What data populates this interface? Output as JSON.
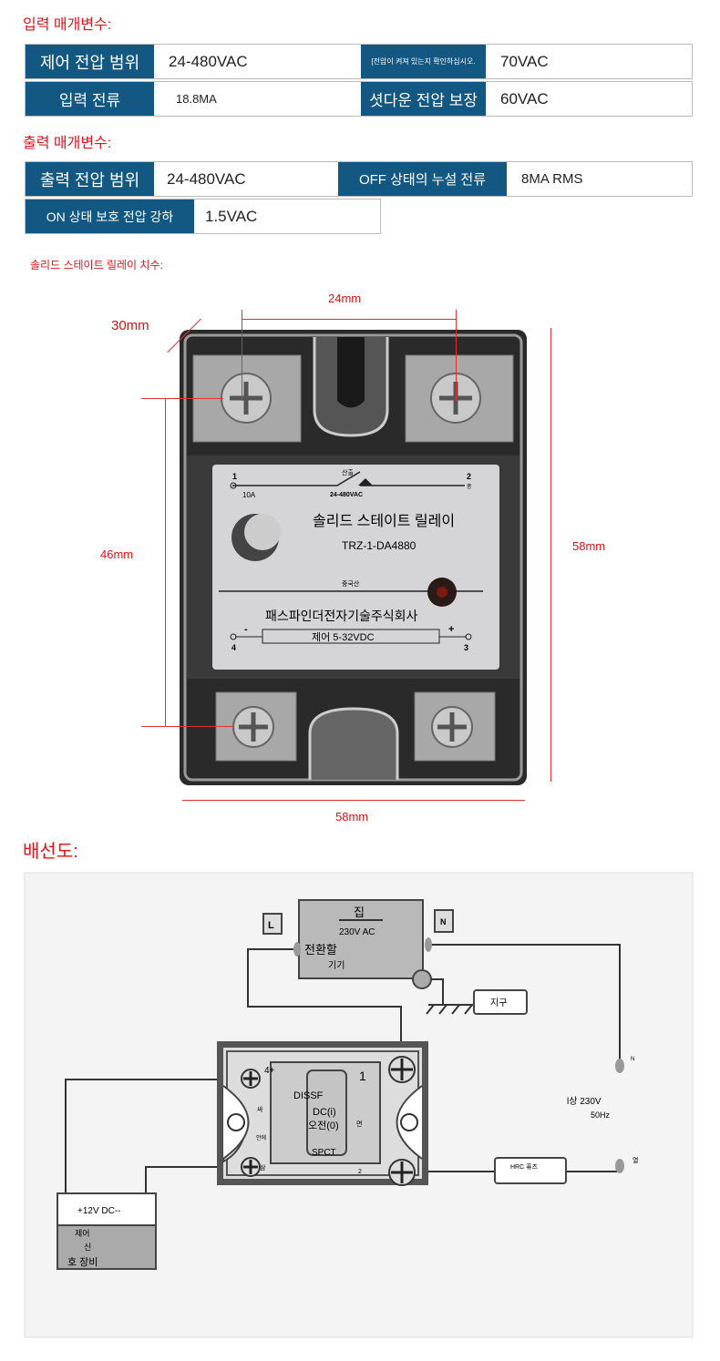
{
  "input_section": {
    "title": "입력 매개변수:",
    "rows": [
      [
        {
          "label": "제어 전압 범위",
          "value": "24-480VAC"
        },
        {
          "label": "[전압이 켜져 있는지 확인하십시오.",
          "value": "70VAC"
        }
      ],
      [
        {
          "label": "입력 전류",
          "value": "18.8MA"
        },
        {
          "label": "셧다운 전압 보장",
          "value": "60VAC"
        }
      ]
    ]
  },
  "output_section": {
    "title": "출력 매개변수:",
    "rows": [
      [
        {
          "label": "출력 전압 범위",
          "value": "24-480VAC"
        },
        {
          "label": "OFF 상태의 누설 전류",
          "value": "8MA RMS"
        }
      ],
      [
        {
          "label": "ON 상태 보호 전압 강하",
          "value": "1.5VAC"
        }
      ]
    ]
  },
  "dimensions": {
    "title": "솔리드 스테이트 릴레이 치수:",
    "top": "24mm",
    "depth": "30mm",
    "inner_height": "46mm",
    "height": "58mm",
    "width": "58mm"
  },
  "relay_label": {
    "t1": "1",
    "t2": "2",
    "t2_sub": "종",
    "t3": "3",
    "t4": "4",
    "current": "10A",
    "output": "산출",
    "voltage": "24-480VAC",
    "title": "솔리드 스테이트 릴레이",
    "model": "TRZ-1-DA4880",
    "origin": "중국산",
    "company": "패스파인더전자기술주식회사",
    "control": "제어 5-32VDC",
    "minus": "-",
    "plus": "+"
  },
  "wiring": {
    "title": "배선도:",
    "load": {
      "title": "집",
      "voltage": "230V AC",
      "l1": "전환할",
      "l2": "기기"
    },
    "L": "L",
    "N": "N",
    "ground": "지구",
    "ssr": {
      "t4": "4+",
      "dissf": "DISSF",
      "t1": "1",
      "dc": "DC(i)",
      "ac": "오전(0)",
      "spct": "SPCT",
      "s1": "싸",
      "s2": "안에",
      "s3": "삼",
      "t2": "2",
      "m": "면"
    },
    "control": {
      "dc": "+12V DC--",
      "l1": "제어",
      "l2": "신",
      "l3": "호 장비"
    },
    "supply": {
      "n": "N",
      "phase": "l상 230V",
      "freq": "50Hz",
      "live": "열"
    },
    "fuse": "HRC 퓨즈"
  },
  "colors": {
    "header_blue": "#125882",
    "red": "#e0141b"
  }
}
